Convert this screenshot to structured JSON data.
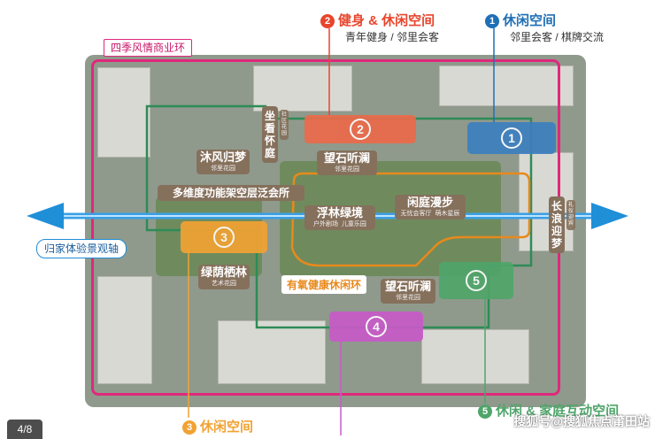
{
  "top_labels": {
    "zone2": {
      "number": "2",
      "title": "健身 & 休闲空间",
      "subtitle": "青年健身 / 邻里会客",
      "color": "#e8452c"
    },
    "zone1": {
      "number": "1",
      "title": "休闲空间",
      "subtitle": "邻里会客 / 棋牌交流",
      "color": "#1f6fb5"
    }
  },
  "commercial_ring": {
    "label": "四季风情商业环",
    "color": "#e0287c"
  },
  "axis": {
    "label": "归家体验景观轴",
    "color": "#1f8fd8"
  },
  "zones": [
    {
      "number": "1",
      "color": "#3d7fc0"
    },
    {
      "number": "2",
      "color": "#ec6a4a"
    },
    {
      "number": "3",
      "color": "#f2a233"
    },
    {
      "number": "4",
      "color": "#c85ac8"
    },
    {
      "number": "5",
      "color": "#4fa56a"
    }
  ],
  "area_labels": {
    "zuokan": {
      "title": "坐看怀庭",
      "sub": "社区花园"
    },
    "mufeng": {
      "title": "沐风归梦",
      "sub": "邻里花园"
    },
    "wangshi_top": {
      "title": "望石听澜",
      "sub": "邻里花园"
    },
    "duoweidu": {
      "title": "多维度功能架空层泛会所"
    },
    "fulin": {
      "title": "浮林绿境",
      "sub1": "户外剧场",
      "sub2": "儿童乐园"
    },
    "xianting": {
      "title": "闲庭漫步",
      "sub1": "无忧会客厅",
      "sub2": "萌木星辰"
    },
    "changlang": {
      "title": "长浪迎梦",
      "sub": "礼仪迎宾"
    },
    "lvyin": {
      "title": "绿荫栖林",
      "sub": "艺术花园"
    },
    "youyang": {
      "title": "有氧健康休闲环"
    },
    "wangshi_bottom": {
      "title": "望石听澜",
      "sub": "邻里花园"
    }
  },
  "bottom_labels": {
    "zone3": {
      "number": "3",
      "title": "休闲空间",
      "color": "#f2a233"
    },
    "zone5": {
      "number": "5",
      "title": "休闲 & 家庭互动空间",
      "color": "#4fa56a"
    }
  },
  "page_indicator": "4/8",
  "watermark": "搜狐号@搜狐焦点莆田站"
}
